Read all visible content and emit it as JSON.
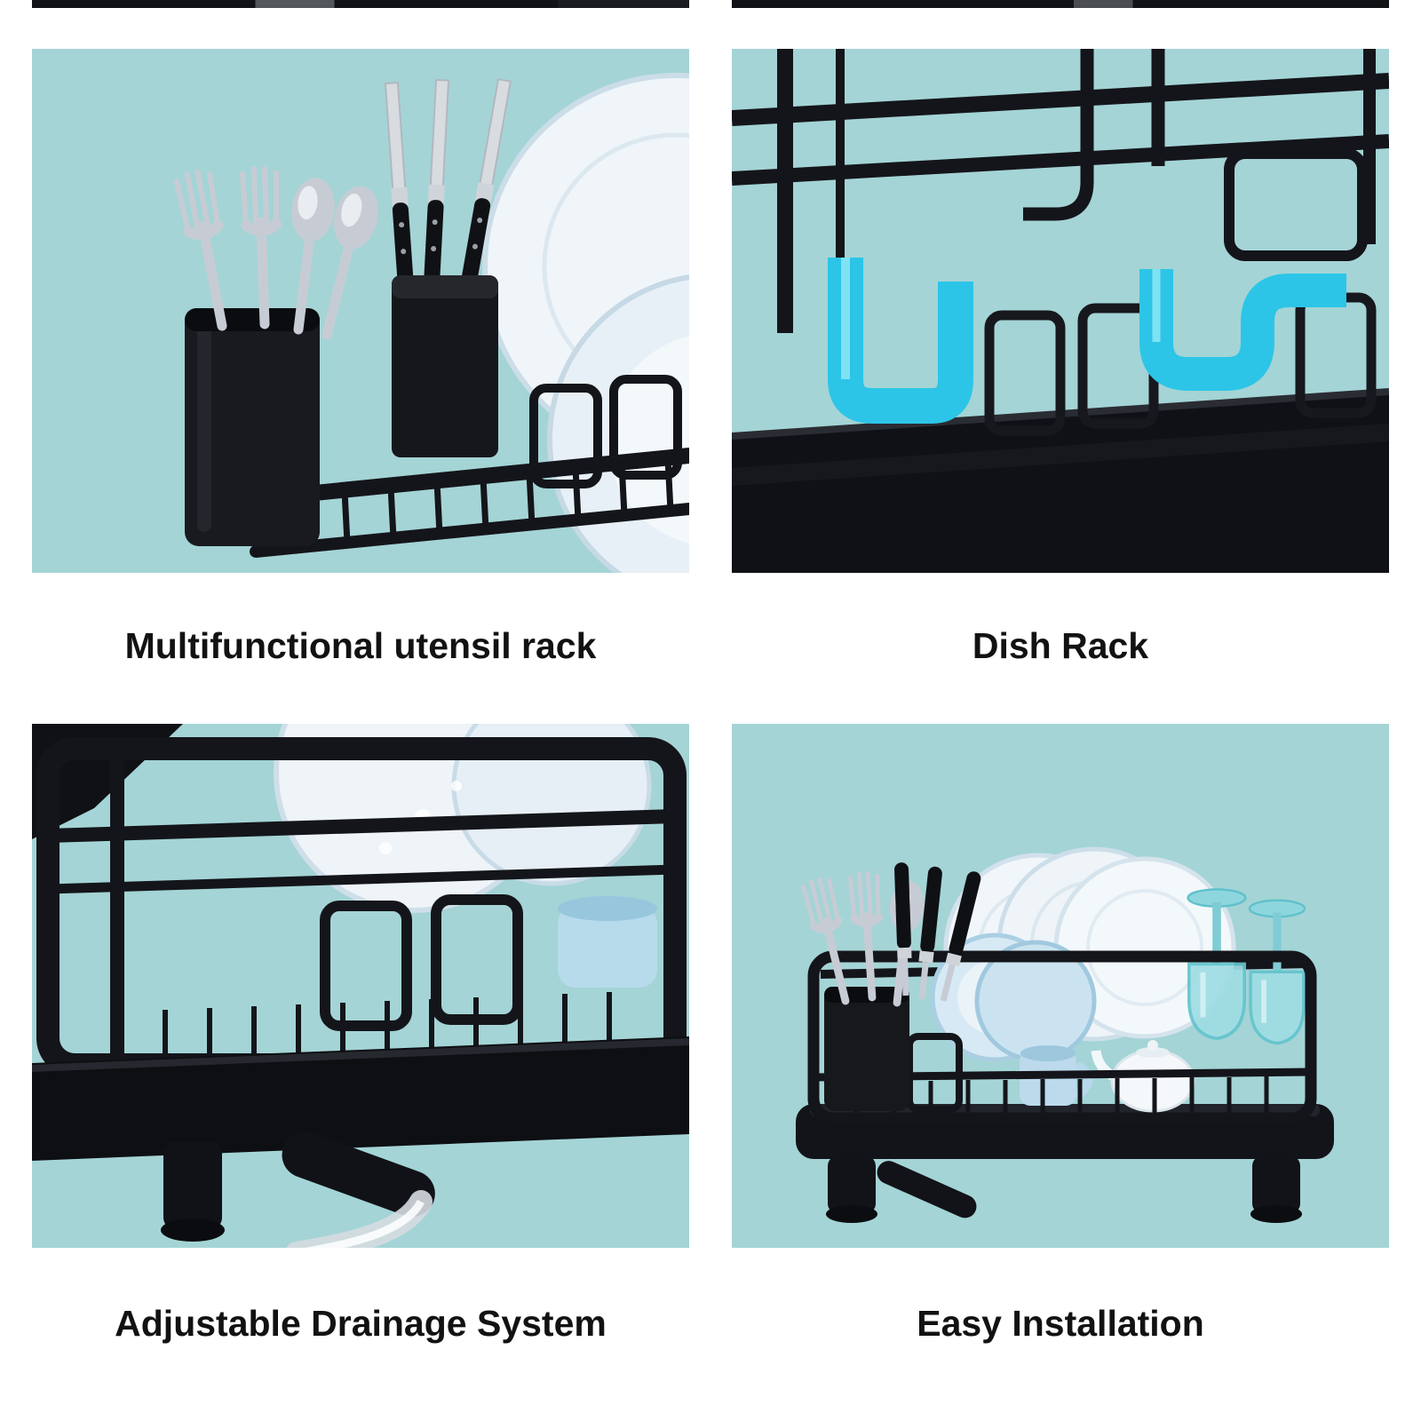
{
  "page": {
    "background_color": "#ffffff",
    "panel_color": "#a4d4d6",
    "highlight_color": "#2cc5e7",
    "caption_color": "#121212"
  },
  "features": [
    {
      "caption": "Multifunctional utensil rack",
      "illustration": "utensil-rack-photo"
    },
    {
      "caption": "Dish Rack",
      "illustration": "dish-rack-cyan-hooks-photo"
    },
    {
      "caption": "Adjustable Drainage System",
      "illustration": "drainage-spout-photo"
    },
    {
      "caption": "Easy Installation",
      "illustration": "assembled-dish-rack-photo"
    }
  ]
}
